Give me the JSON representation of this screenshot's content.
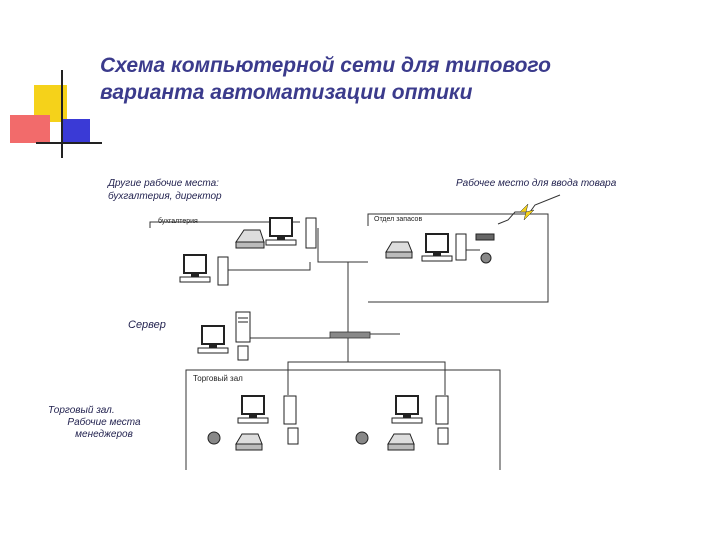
{
  "title": {
    "line1": "Схема компьютерной сети для типового",
    "line2": "варианта автоматизации оптики"
  },
  "labels": {
    "other_workplaces_line1": "Другие рабочие места:",
    "other_workplaces_line2": "бухгалтерия, директор",
    "goods_input": "Рабочее место для ввода товара",
    "server": "Сервер",
    "sales_hall_line1": "Торговый зал.",
    "sales_hall_line2": "Рабочие места",
    "sales_hall_line3": "менеджеров"
  },
  "rooms": {
    "accounting": "бухгалтерия",
    "warehouse": "Отдел запасов",
    "trade_hall": "Торговый зал"
  },
  "colors": {
    "title": "#3b3b8c",
    "deco_yellow": "#f5d21a",
    "deco_red": "#f26b6b",
    "deco_blue": "#3a3ad6",
    "deco_line": "#222222",
    "network": "#333333"
  }
}
